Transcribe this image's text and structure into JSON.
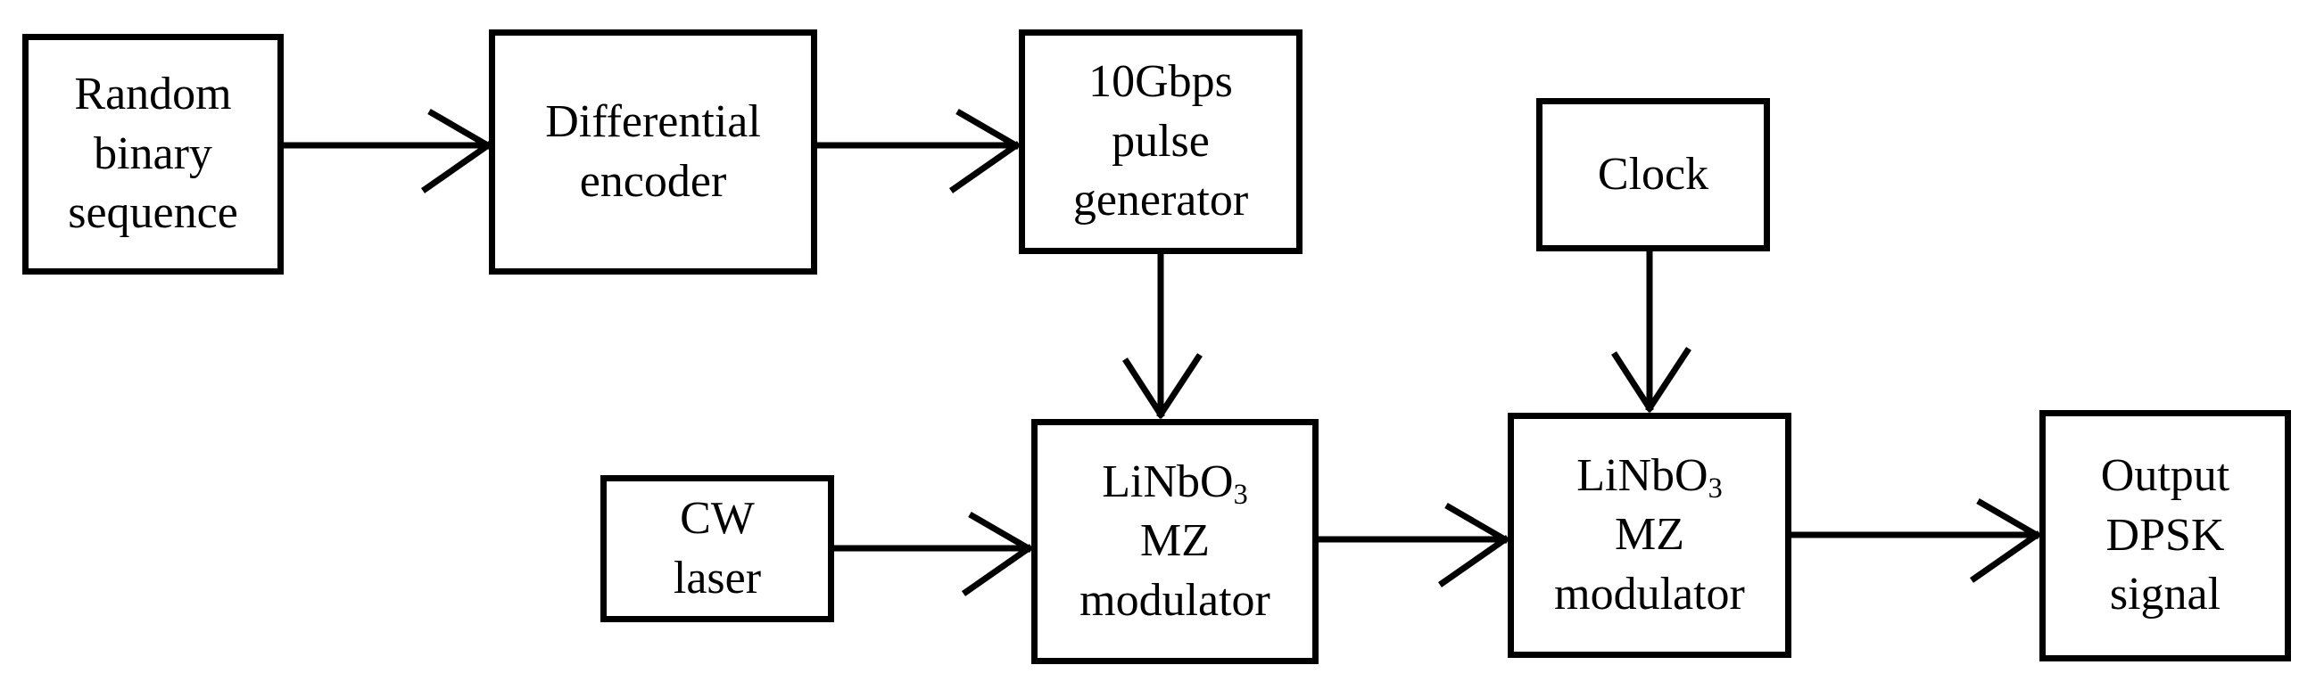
{
  "figure": {
    "colors": {
      "line": "#000000",
      "background": "#ffffff",
      "text": "#000000"
    },
    "blocks": {
      "random_binary_sequence": {
        "lines": [
          "Random",
          "binary",
          "sequence"
        ]
      },
      "differential_encoder": {
        "lines": [
          "Differential",
          "encoder"
        ]
      },
      "pulse_generator": {
        "lines": [
          "10Gbps",
          "pulse",
          "generator"
        ]
      },
      "clock": {
        "lines": [
          "Clock"
        ]
      },
      "cw_laser": {
        "lines": [
          "CW",
          "laser"
        ]
      },
      "mz_modulator_1": {
        "chem_base": "LiNbO",
        "chem_sub": "3",
        "lines": [
          "MZ",
          "modulator"
        ]
      },
      "mz_modulator_2": {
        "chem_base": "LiNbO",
        "chem_sub": "3",
        "lines": [
          "MZ",
          "modulator"
        ]
      },
      "output_dpsk_signal": {
        "lines": [
          "Output",
          "DPSK",
          "signal"
        ]
      }
    },
    "connections": [
      {
        "from": "random_binary_sequence",
        "to": "differential_encoder",
        "direction": "right"
      },
      {
        "from": "differential_encoder",
        "to": "pulse_generator",
        "direction": "right"
      },
      {
        "from": "pulse_generator",
        "to": "mz_modulator_1",
        "direction": "down"
      },
      {
        "from": "clock",
        "to": "mz_modulator_2",
        "direction": "down"
      },
      {
        "from": "cw_laser",
        "to": "mz_modulator_1",
        "direction": "right"
      },
      {
        "from": "mz_modulator_1",
        "to": "mz_modulator_2",
        "direction": "right"
      },
      {
        "from": "mz_modulator_2",
        "to": "output_dpsk_signal",
        "direction": "right"
      }
    ]
  }
}
